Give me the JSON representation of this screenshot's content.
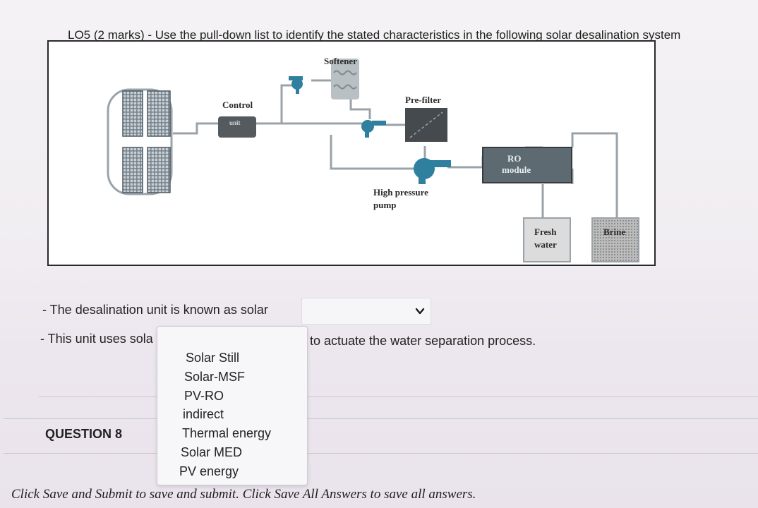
{
  "question": {
    "text": "LO5 (2 marks) - Use the pull-down list to identify the stated characteristics in the following solar desalination system"
  },
  "diagram": {
    "labels": {
      "softener": "Softener",
      "control_unit_line1": "Control",
      "control_unit_line2": "unit",
      "pre_filter": "Pre-filter",
      "ro_module_line1": "RO",
      "ro_module_line2": "module",
      "high_pressure_line1": "High pressure",
      "high_pressure_line2": "pump",
      "fresh_water_line1": "Fresh",
      "fresh_water_line2": "water",
      "brine": "Brine"
    }
  },
  "statements": {
    "line1": "- The desalination unit is known as solar",
    "line2_prefix": "- This unit uses sola",
    "line2_suffix": "to actuate the water separation process."
  },
  "dropdown": {
    "selected_mark": "✓",
    "options": [
      "Solar Still",
      "Solar-MSF",
      "PV-RO",
      "indirect",
      "Thermal energy",
      "Solar MED",
      "PV energy"
    ]
  },
  "question8": {
    "label": "QUESTION 8"
  },
  "footer": {
    "text": "Click Save and Submit to save and submit. Click Save All Answers to save all answers."
  },
  "colors": {
    "panel": "#5a6c78",
    "pump": "#2f7f9f",
    "filter": "#454a4e",
    "pipe": "#9aa3aa",
    "control": "#555a5e"
  }
}
